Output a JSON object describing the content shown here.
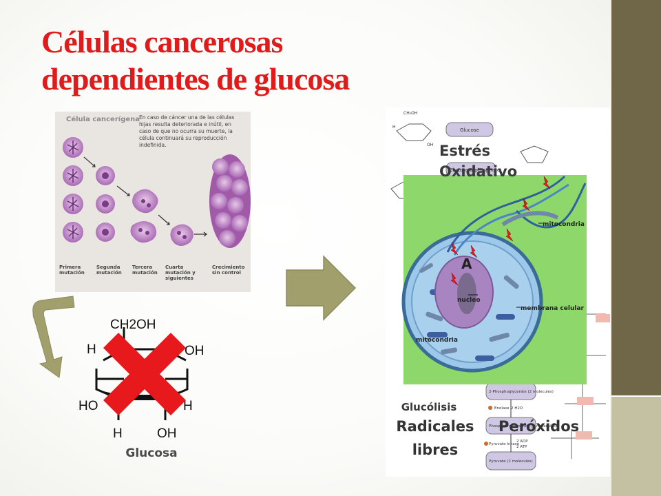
{
  "slide": {
    "title_line1": "Células cancerosas",
    "title_line2": "dependientes de glucosa"
  },
  "colors": {
    "title": "#e01b1b",
    "side_band": "#6f6747",
    "side_accent": "#c4c0a2",
    "arrow_fill": "#a19f6c",
    "x_mark": "#e8191c",
    "cell_green": "#8ed86b"
  },
  "cancer_panel": {
    "heading": "Célula cancerígena",
    "description": "En caso de cáncer una de las células hijas resulta deteriorada e inútil, en caso de que no ocurra su muerte, la célula continuará su reproducción indefinida.",
    "stage_labels": [
      "Primera mutación",
      "Segunda mutación",
      "Tercera mutación",
      "Cuarta mutación y siguientes",
      "Crecimiento sin control"
    ]
  },
  "glucose_structure": {
    "top_group": "CH2OH",
    "atoms": [
      "H",
      "OH",
      "HO",
      "H",
      "H",
      "OH"
    ],
    "caption": "Glucosa"
  },
  "metabolism_figure": {
    "labels": {
      "estres": "Estrés Oxidativo",
      "mitocondria_top": "mitocondria",
      "membrana": "membrana celular",
      "nucleo": "nucleo",
      "mitocondria_bottom": "mitocondria",
      "marker": "A",
      "glucolisis": "Glucólisis",
      "radicales": "Radicales libres",
      "peroxidos": "Peróxidos"
    },
    "pathway_boxes": [
      "Glucose",
      "Glucose 6-phosphate",
      "2-Phosphoglycerate (2 molecules)",
      "Phosphoenolpyruvate (2 molecules)",
      "Pyruvate (2 molecules)"
    ],
    "enzymes": [
      "Enolase",
      "Pyruvate kinase"
    ],
    "side_notes": [
      "2 H2O",
      "2 ADP",
      "2 ATP"
    ]
  }
}
